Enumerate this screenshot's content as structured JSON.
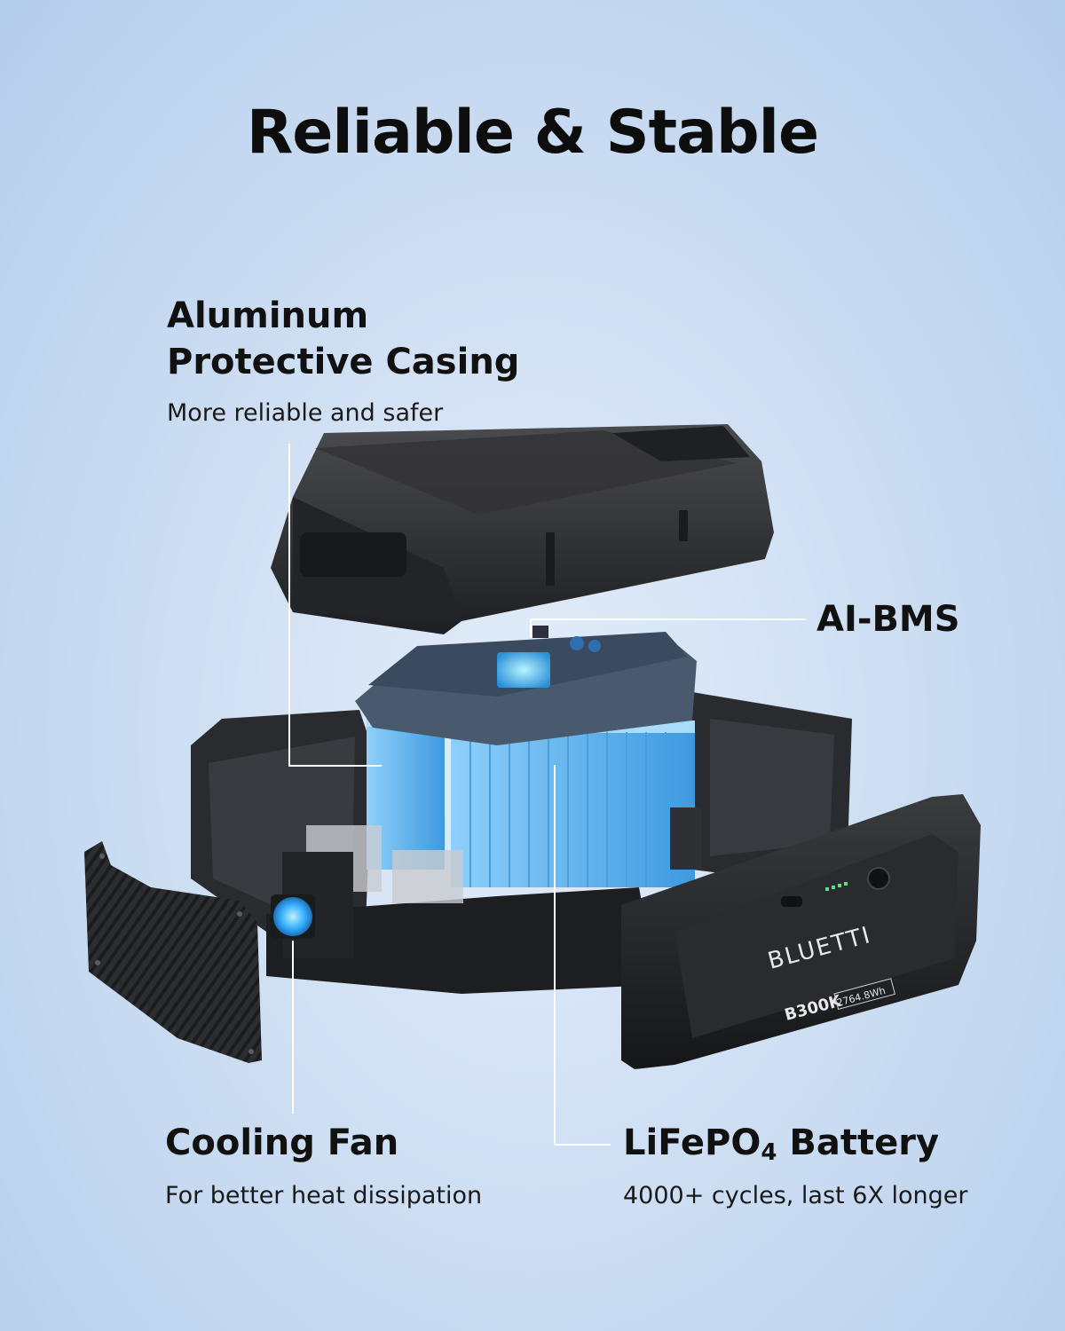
{
  "title": "Reliable & Stable",
  "casing": {
    "heading_line1": "Aluminum",
    "heading_line2": "Protective Casing",
    "subtitle": "More reliable and safer"
  },
  "bms": {
    "heading": "AI-BMS"
  },
  "fan": {
    "heading": "Cooling Fan",
    "subtitle": "For better heat dissipation"
  },
  "battery": {
    "heading_prefix": "LiFePO",
    "heading_sub": "4",
    "heading_suffix": " Battery",
    "subtitle": "4000+ cycles, last 6X longer"
  },
  "product": {
    "brand": "BLUETTI",
    "model": "B300K",
    "capacity": "2764.8Wh"
  },
  "colors": {
    "background": "#cfdff3",
    "casing": "#2b2c2f",
    "cells": "#5fb4ec",
    "pcb": "#3d4e63",
    "chip_glow": "#58c8ff",
    "callout_line": "#ffffff"
  }
}
